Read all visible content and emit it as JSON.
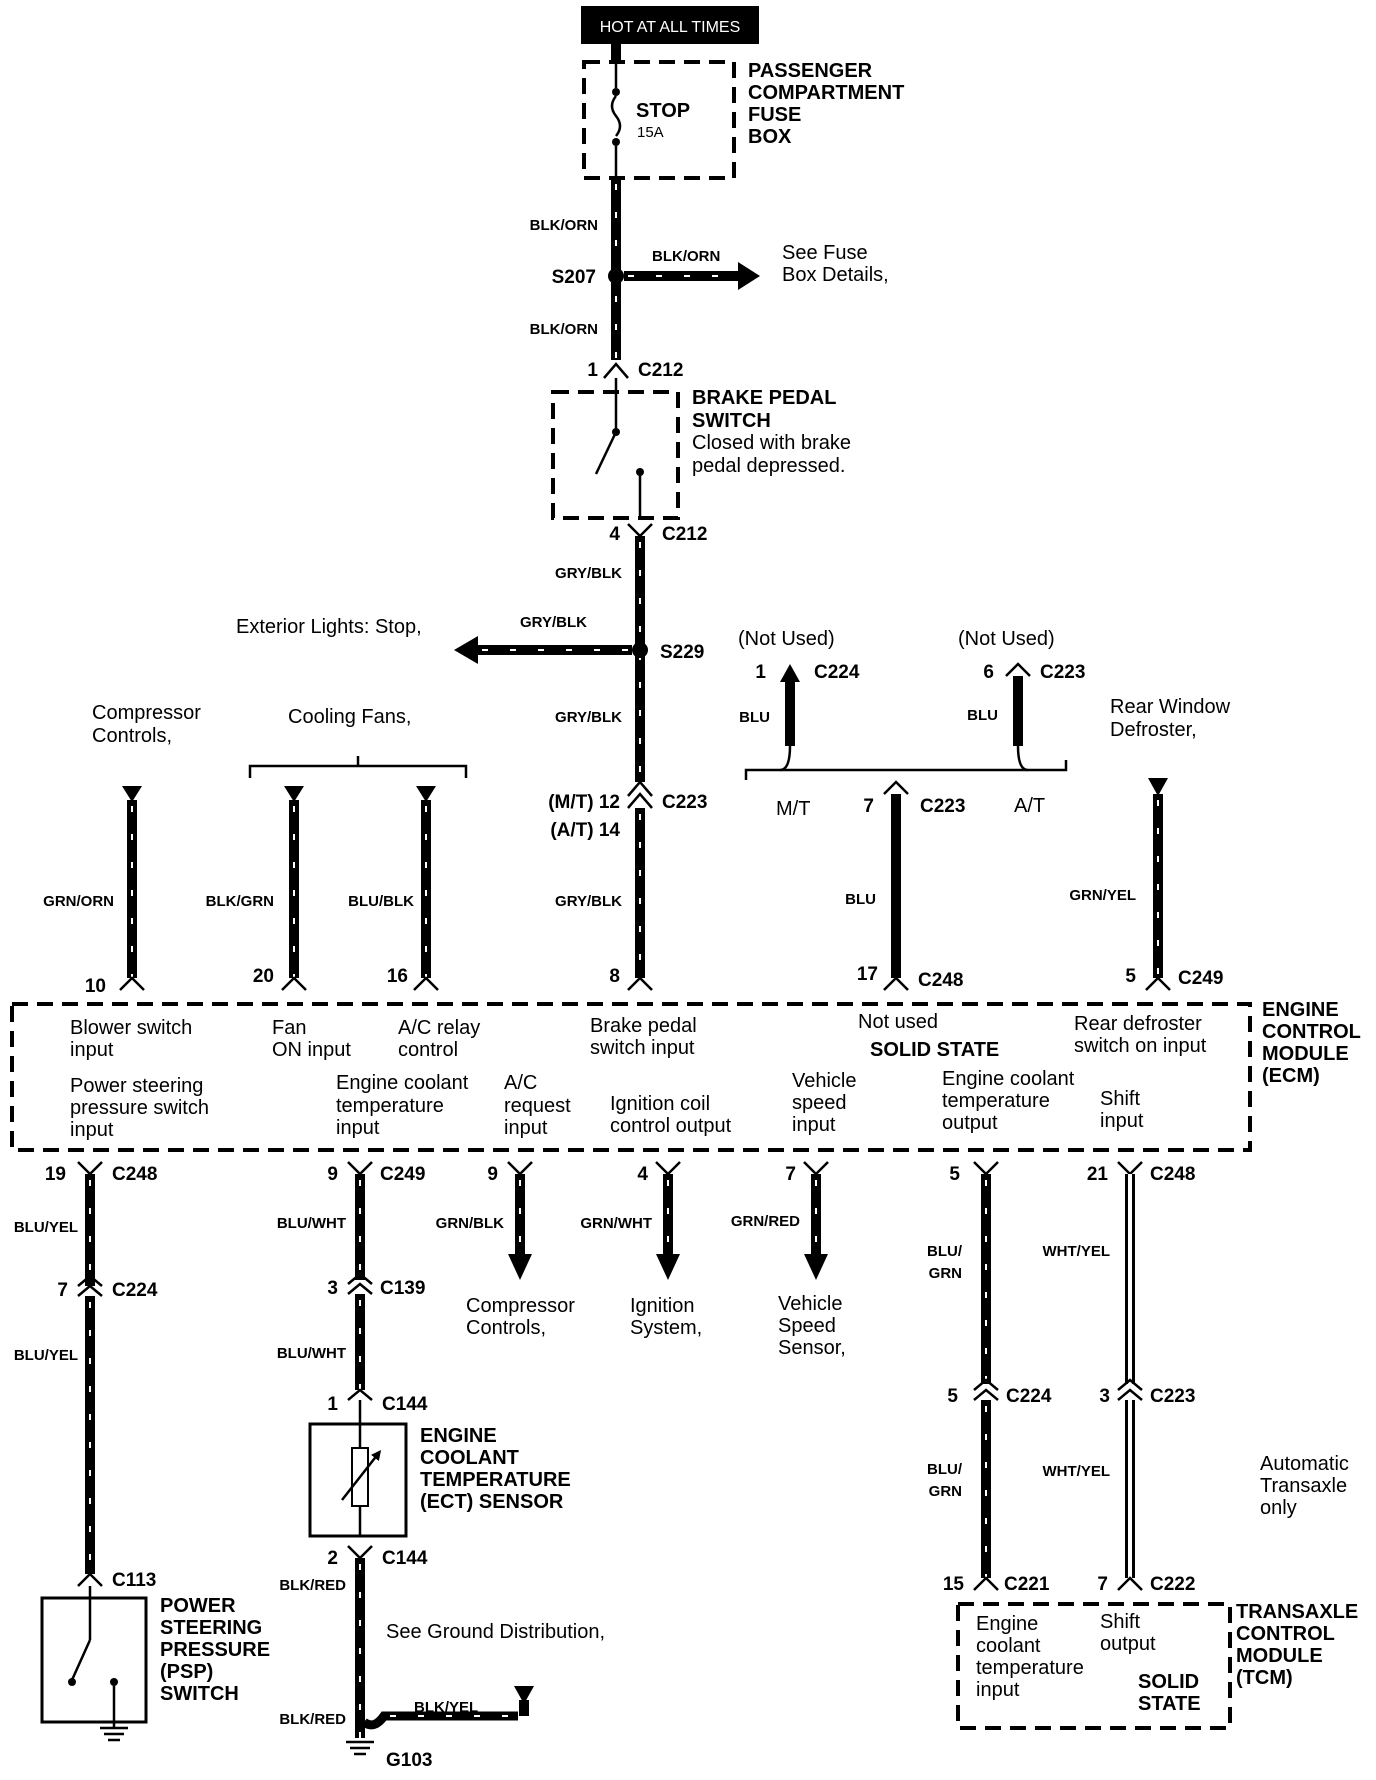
{
  "banner": "HOT AT ALL TIMES",
  "fuse_box": {
    "line1": "PASSENGER",
    "line2": "COMPARTMENT",
    "line3": "FUSE",
    "line4": "BOX",
    "fuse_name": "STOP",
    "fuse_rating": "15A"
  },
  "s207": {
    "label": "S207",
    "wire_above": "BLK/ORN",
    "wire_below": "BLK/ORN",
    "branch_wire": "BLK/ORN",
    "branch_note1": "See Fuse",
    "branch_note2": "Box Details,"
  },
  "c212_top": {
    "pin": "1",
    "conn": "C212"
  },
  "brake_switch": {
    "line1": "BRAKE PEDAL",
    "line2": "SWITCH",
    "note1": "Closed with brake",
    "note2": "pedal depressed."
  },
  "c212_bottom": {
    "pin": "4",
    "conn": "C212",
    "wire": "GRY/BLK"
  },
  "s229": {
    "label": "S229",
    "branch_wire": "GRY/BLK",
    "branch_note": "Exterior Lights: Stop,",
    "wire_below": "GRY/BLK"
  },
  "c223_mid": {
    "pin_mt": "(M/T) 12",
    "pin_at": "(A/T) 14",
    "conn": "C223",
    "wire": "GRY/BLK"
  },
  "top_left_notes": {
    "compressor1": "Compressor",
    "compressor2": "Controls,",
    "cooling": "Cooling Fans,"
  },
  "ecm_inputs_top": {
    "w10": {
      "wire": "GRN/ORN",
      "pin": "10"
    },
    "w20": {
      "wire": "BLK/GRN",
      "pin": "20"
    },
    "w16": {
      "wire": "BLU/BLK",
      "pin": "16"
    },
    "w8": {
      "pin": "8"
    }
  },
  "notused": {
    "left_label": "(Not Used)",
    "left_pin": "1",
    "left_conn": "C224",
    "left_wire": "BLU",
    "right_label": "(Not Used)",
    "right_pin": "6",
    "right_conn": "C223",
    "right_wire": "BLU",
    "mt": "M/T",
    "at": "A/T",
    "mid_pin": "7",
    "mid_conn": "C223",
    "mid_wire": "BLU",
    "ecm_pin": "17",
    "ecm_conn": "C248"
  },
  "rear_defrost": {
    "line1": "Rear Window",
    "line2": "Defroster,",
    "wire": "GRN/YEL",
    "pin": "5",
    "conn": "C249"
  },
  "ecm": {
    "title1": "ENGINE",
    "title2": "CONTROL",
    "title3": "MODULE",
    "title4": "(ECM)",
    "blower1": "Blower switch",
    "blower2": "input",
    "fan1": "Fan",
    "fan2": "ON input",
    "ac1": "A/C relay",
    "ac2": "control",
    "brake1": "Brake pedal",
    "brake2": "switch input",
    "notused": "Not used",
    "solid": "SOLID STATE",
    "rear1": "Rear defroster",
    "rear2": "switch on input",
    "ps1": "Power steering",
    "ps2": "pressure switch",
    "ps3": "input",
    "ect1": "Engine coolant",
    "ect2": "temperature",
    "ect3": "input",
    "acr1": "A/C",
    "acr2": "request",
    "acr3": "input",
    "ign1": "Ignition coil",
    "ign2": "control output",
    "vss1": "Vehicle",
    "vss2": "speed",
    "vss3": "input",
    "ecto1": "Engine coolant",
    "ecto2": "temperature",
    "ecto3": "output",
    "shift1": "Shift",
    "shift2": "input"
  },
  "bottom": {
    "ps": {
      "pin": "19",
      "conn": "C248",
      "wire1": "BLU/YEL",
      "mid_pin": "7",
      "mid_conn": "C224",
      "wire2": "BLU/YEL",
      "bot_conn": "C113"
    },
    "psp": {
      "line1": "POWER",
      "line2": "STEERING",
      "line3": "PRESSURE",
      "line4": "(PSP)",
      "line5": "SWITCH"
    },
    "ect": {
      "pin": "9",
      "conn": "C249",
      "wire1": "BLU/WHT",
      "mid_pin": "3",
      "mid_conn": "C139",
      "wire2": "BLU/WHT",
      "top_pin": "1",
      "top_conn": "C144",
      "bot_pin": "2",
      "bot_conn": "C144",
      "wire3": "BLK/RED",
      "wire4": "BLK/RED",
      "branch_wire": "BLK/YEL",
      "ground_note": "See Ground Distribution,",
      "ground": "G103"
    },
    "ect_sensor": {
      "line1": "ENGINE",
      "line2": "COOLANT",
      "line3": "TEMPERATURE",
      "line4": "(ECT) SENSOR"
    },
    "comp": {
      "pin": "9",
      "wire": "GRN/BLK",
      "note1": "Compressor",
      "note2": "Controls,"
    },
    "ign": {
      "pin": "4",
      "wire": "GRN/WHT",
      "note1": "Ignition",
      "note2": "System,"
    },
    "vss": {
      "pin": "7",
      "wire": "GRN/RED",
      "note1": "Vehicle",
      "note2": "Speed",
      "note3": "Sensor,"
    },
    "ect_out": {
      "pin": "5",
      "wire1a": "BLU/",
      "wire1b": "GRN",
      "mid_pin": "5",
      "mid_conn": "C224",
      "wire2a": "BLU/",
      "wire2b": "GRN",
      "tcm_pin": "15",
      "tcm_conn": "C221"
    },
    "shift": {
      "pin": "21",
      "conn": "C248",
      "wire1": "WHT/YEL",
      "mid_pin": "3",
      "mid_conn": "C223",
      "wire2": "WHT/YEL",
      "tcm_pin": "7",
      "tcm_conn": "C222"
    },
    "auto_note1": "Automatic",
    "auto_note2": "Transaxle",
    "auto_note3": "only"
  },
  "tcm": {
    "title1": "TRANSAXLE",
    "title2": "CONTROL",
    "title3": "MODULE",
    "title4": "(TCM)",
    "ect1": "Engine",
    "ect2": "coolant",
    "ect3": "temperature",
    "ect4": "input",
    "shift1": "Shift",
    "shift2": "output",
    "solid1": "SOLID",
    "solid2": "STATE"
  }
}
